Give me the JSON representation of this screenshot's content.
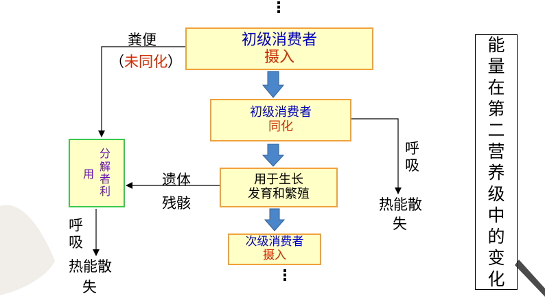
{
  "colors": {
    "box_fill": "#ffffc6",
    "box_border": "#f0a13a",
    "decomposer_fill": "#ffffc6",
    "decomposer_border": "#39c94b",
    "arrow_blue": "#4a86c9",
    "text_blue": "#0000cc",
    "text_red": "#d42a00",
    "text_purple": "#6a0fbf"
  },
  "boxes": {
    "primary_intake": {
      "line1": "初级消费者",
      "line2": "摄入"
    },
    "primary_assim": {
      "line1": "初级消费者",
      "line2": "同化"
    },
    "growth": {
      "line1": "用于生长",
      "line2": "发育和繁殖"
    },
    "secondary_intake": {
      "line1": "次级消费者",
      "line2": "摄入"
    },
    "decomposer": {
      "col_left": "用",
      "col_right": [
        "分",
        "解",
        "者",
        "利"
      ]
    }
  },
  "labels": {
    "feces": "粪便",
    "not_assimilated_open": "（",
    "not_assimilated": "未同化",
    "not_assimilated_close": "）",
    "remains_1": "遗体",
    "remains_2": "残骸",
    "respiration_right": [
      "呼",
      "吸"
    ],
    "heat_right": [
      "热能散",
      "失"
    ],
    "respiration_left": [
      "呼",
      "吸"
    ],
    "heat_left": [
      "热能散",
      "失"
    ]
  },
  "side_title": [
    "能",
    "量",
    "在",
    "第",
    "二",
    "营",
    "养",
    "级",
    "中",
    "的",
    "变",
    "化"
  ],
  "continuation_marks": {
    "top": "⋮",
    "bottom": "⋮"
  }
}
